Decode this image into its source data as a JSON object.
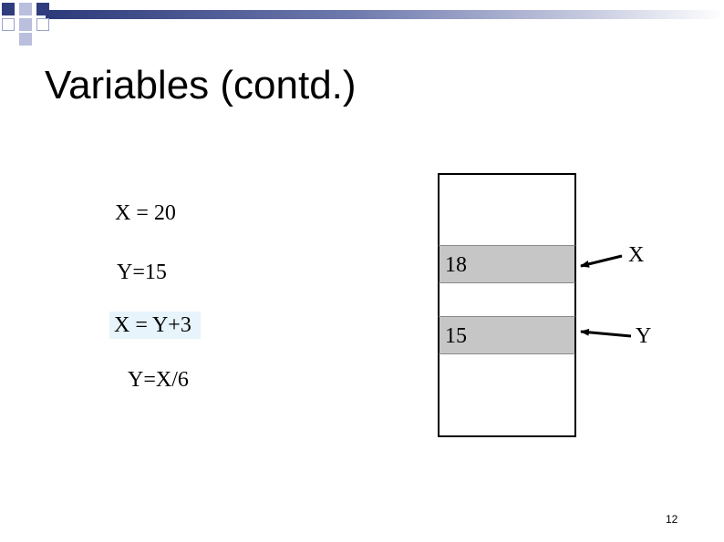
{
  "slide": {
    "title": "Variables (contd.)",
    "statements": [
      "X = 20",
      "Y=15",
      "X = Y+3",
      "Y=X/6"
    ],
    "memory": {
      "cells": [
        {
          "value": "18",
          "variable": "X"
        },
        {
          "value": "15",
          "variable": "Y"
        }
      ]
    },
    "page_number": "12"
  },
  "colors": {
    "accent": "#2f3c7e",
    "cell_fill": "#c6c6c6",
    "highlight": "#e7f4fb"
  }
}
